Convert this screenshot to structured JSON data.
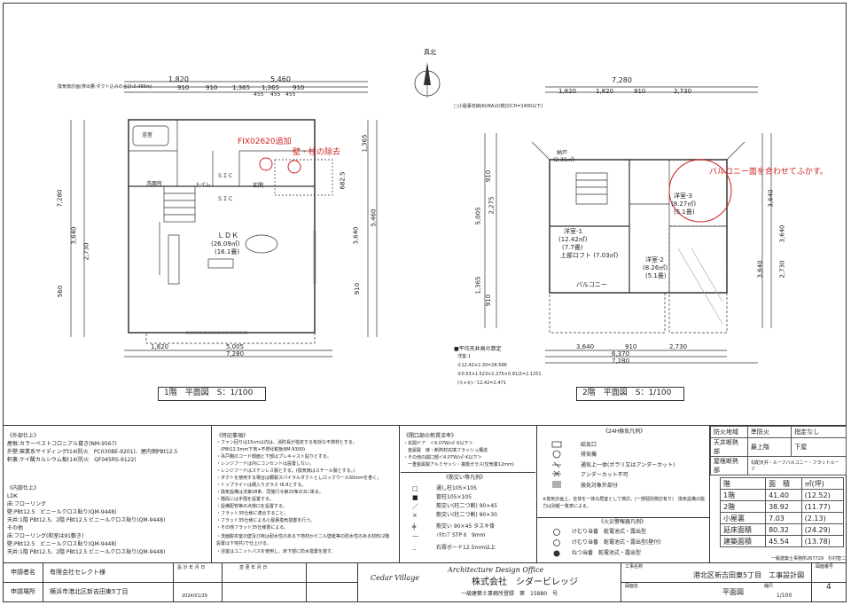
{
  "drawing": {
    "north_label": "真北",
    "floor1": {
      "title": "1階　平面図　S：1/100",
      "dims_top": [
        "1,820",
        "5,460"
      ],
      "dims_top2": [
        "910",
        "910",
        "1,365",
        "1,365",
        "910"
      ],
      "dims_top3": [
        "455",
        "455",
        "455"
      ],
      "dims_bottom": [
        "5,005",
        "7,280"
      ],
      "dims_bottom2": [
        "1,820"
      ],
      "dims_left": [
        "7,280",
        "3,640",
        "2,730",
        "560"
      ],
      "dims_right": [
        "1,365",
        "5,460",
        "3,640",
        "910",
        "682.5"
      ],
      "ldk_label": "ＬＤＫ",
      "ldk_area": "(26.09㎡)",
      "ldk_tatami": "(16.1畳)",
      "rooms": [
        "浴室",
        "洗面所",
        "トイレ",
        "玄関",
        "ＳＩＣ",
        "ＳＩＣ"
      ],
      "annot_red_1": "FIX02620追加",
      "annot_red_2": "壁・柱の除去",
      "equip_note": "換気扇計画(排出量:ダクト込みの合計:0.48Km)"
    },
    "floor2": {
      "title": "2階　平面図　S：1/100",
      "dims_top": [
        "7,280"
      ],
      "dims_top2": [
        "1,820",
        "1,820",
        "910",
        "2,730"
      ],
      "dims_bottom": [
        "3,640",
        "910",
        "2,730",
        "6,370",
        "7,280"
      ],
      "dims_left": [
        "5,005",
        "2,275",
        "1,365",
        "910",
        "910"
      ],
      "dims_right": [
        "3,640",
        "3,640",
        "2,730",
        "3,640"
      ],
      "rooms": [
        {
          "name": "洋室-1",
          "area": "(12.42㎡)",
          "tatami": "(7.7畳)"
        },
        {
          "name": "洋室-2",
          "area": "(8.26㎡)",
          "tatami": "(5.1畳)"
        },
        {
          "name": "洋室-3",
          "area": "(8.27㎡)",
          "tatami": "(5.1畳)"
        },
        {
          "name": "納戸",
          "area": "(2.31㎡)",
          "tatami": ""
        }
      ],
      "loft": "上部ロフト (7.03㎡)",
      "balcony": "バルコニー",
      "annot_red": "バルコニー面を合わせてふかす。",
      "ceiling_calc_title": "■平均天井高の算定",
      "ceiling_calc": [
        "洋室-1",
        "①12.42×2.30=28.566",
        "②0.53×1.523×2.275×0.91/2=2.1251",
        "(①+②)／12.42=2.471"
      ],
      "loft_note": "□小屋裏収納(KURA)の検討(CH=1400以下)"
    },
    "title_floor1_box": "1階　平面図　S：1/100",
    "title_floor2_box": "2階　平面図　S：1/100"
  },
  "notes": {
    "exterior": {
      "heading": "《外部仕上》",
      "lines": [
        "屋根:カラーベストコロニアル葺き(NM-9567)",
        "外壁:窯業系サイディングt14(防火　PC030BE-9201)、屋内側PBt12.5",
        "軒裏:ケイ酸カルシウム板t14(防火　QF045RS-9122)"
      ]
    },
    "interior": {
      "heading": "《内部仕上》",
      "lines": [
        "LDK",
        "床:フローリング",
        "壁:PBt12.5　ビニールクロス貼り(QM-9448)",
        "天井:1階 PBt12.5、2階 PBt12.5 ビニールクロス貼り(QM-9448)",
        "その他",
        "床:フローリング(和室は91敷き)",
        "壁:PBt12.5　ビニールクロス貼り(QM-9448)",
        "天井:1階 PBt12.5、2階 PBt12.5 ビニールクロス貼り(QM-9448)"
      ]
    },
    "special": {
      "heading": "《特記事項》",
      "lines": [
        "・ファン回りは15cm以内は、消防長が指定する有効な不燃材とする。",
        "　(PBt12.5mm下地+不燃化粧板NM-9300)",
        "・吊戸棚のコード側面と下部はプレキャスト貼りとする。",
        "・レンジフードは内にコンセントは設置しない。",
        "・レンジフードはステンレス製とする。(換気扇はスチール製とする。)",
        "・ダクトを使用する場合は鋼製スパイラルダクトとしロックウール50mmを巻く。",
        "・トップライトは網入りガラス t6.8とする。",
        "・換気設備は法第28条、同施行令第20条の3に係る。",
        "・階段には手摺を設置する。",
        "・設備配管等の点検口を設置する。",
        "・フラット35仕様に適合すること。",
        "・フラット35仕様による小屋裏換気措置を行う。",
        "・その他フラット35仕様書による。",
        "・洗面脱衣室の壁及び床は耐水性のある下地材かビニル壁紙等の防水性のある材料(2階設置は下地共)で仕上げる。",
        "・浴室はユニットバスを使用し、床下部に防水措置を施す。"
      ]
    },
    "openings": {
      "heading": "《開口部の熱貫流率》",
      "lines": [
        "・玄関ドア　＜4.07W/㎡･K以下＞",
        "　金属製　扉・断熱材充填フラッシュ構造",
        "・その他の開口部＜4.07W/㎡･K以下＞",
        "　一重金属製アルミサッシ・複層ガラス(空気層12mm)"
      ]
    },
    "bracing": {
      "heading": "《筋交い等凡例》",
      "items": [
        {
          "symbol": "□",
          "label": "通し柱105×105"
        },
        {
          "symbol": "■",
          "label": "管柱105×105"
        },
        {
          "symbol": "／",
          "label": "筋交い(柱二つ割) 90×45"
        },
        {
          "symbol": "×",
          "label": "筋交い(柱二つ割) 90×30"
        },
        {
          "symbol": "╪",
          "label": "筋交い 90×45 タスキ掛"
        },
        {
          "symbol": "—",
          "label": "ﾉﾁｶﾝﾌﾟSTP Ⅱ　9mm"
        },
        {
          "symbol": "‥",
          "label": "石膏ボード12.5mm以上"
        }
      ]
    },
    "ventilation": {
      "heading": "《24H換気凡例》",
      "items": [
        "給気口",
        "排気機",
        "通気上一体(ガラリ又はアンダーカット)",
        "アンダーカット不可",
        "換気対象外部分"
      ],
      "footnote": "※換気計画上、全体を一体の居室として検討。(一部個別検討有り)　換気設備の能力は別紙一覧表による。"
    },
    "fire_alarm": {
      "heading": "《火災警報器凡例》",
      "items": [
        "けむり当番　乾電池式・露出型",
        "けむり当番　乾電池式・露出型(壁付)",
        "ねつ当番　乾電池式・露出型"
      ]
    }
  },
  "specs_table": {
    "rows": [
      [
        "防火地域",
        "準防火",
        "指定なし"
      ],
      [
        "天井断熱部",
        "最上階",
        "下屋"
      ],
      [
        "屋根断熱部",
        "勾配天井・ルーフバルコニー・フラットルーフ",
        ""
      ]
    ]
  },
  "area_table": {
    "headers": [
      "階",
      "面　積",
      "㎡(坪)"
    ],
    "rows": [
      [
        "1階",
        "41.40",
        "(12.52)"
      ],
      [
        "2階",
        "38.92",
        "(11.77)"
      ],
      [
        "小屋裏",
        "7.03",
        "(2.13)"
      ],
      [
        "延床面積",
        "80.32",
        "(24.29)"
      ],
      [
        "建築面積",
        "45.54",
        "(13.78)"
      ]
    ],
    "footer": "一級建築士事務所267729　杉村智二"
  },
  "title_block": {
    "applicant_label": "申請者名",
    "applicant": "有限会社セレクト様",
    "site_label": "申請場所",
    "site": "横浜市港北区新吉田東5丁目",
    "design_date_label": "設 計 年 月 日",
    "change_date_label": "変 更 年 月 日",
    "design_date": "2024/01/29",
    "firm_en": "Architecture Design Office",
    "firm_logo": "Cedar Village",
    "firm_jp": "株式会社　シダービレッジ",
    "firm_reg": "一級建築士事務所登録　第　15880　号",
    "project_label": "工事名称",
    "project": "港北区新吉田東5丁目　工事設計図",
    "drawing_label": "図面名",
    "drawing_name": "平面図",
    "scale_label": "縮尺",
    "scale": "1/100",
    "sheet_no_label": "図面番号",
    "sheet_no": "4"
  },
  "colors": {
    "line": "#333333",
    "red": "#d12020",
    "hatch": "#b0b0b0"
  }
}
